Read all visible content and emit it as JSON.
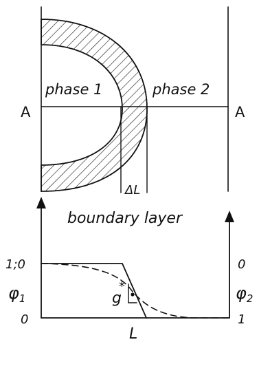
{
  "diagram": {
    "phase1_label": "phase 1",
    "phase2_label": "phase 2",
    "section_left": "A",
    "section_right": "A",
    "thickness_label": "ΔL",
    "boundary_title": "boundary layer",
    "left_top_tick": "1;0",
    "left_bottom_tick": "0",
    "right_top_tick": "0",
    "right_bottom_tick": "1",
    "phi1_label": "φ",
    "phi1_sub": "1",
    "phi2_label": "φ",
    "phi2_sub": "2",
    "gradient_label": "g",
    "gradient_star": "*",
    "x_label": "L"
  }
}
